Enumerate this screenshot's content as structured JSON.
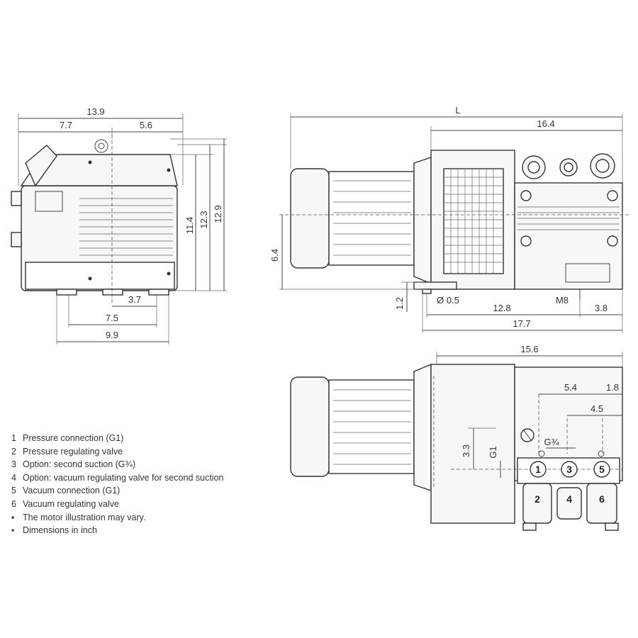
{
  "dimensions": {
    "side_overall_width": "13.9",
    "side_left_part": "7.7",
    "side_right_part": "5.6",
    "side_height_a": "11.4",
    "side_height_b": "12.3",
    "side_height_c": "12.9",
    "side_foot_offset": "3.7",
    "side_foot_span_inner": "7.5",
    "side_foot_span_outer": "9.9",
    "front_length": "L",
    "front_pump_length": "16.4",
    "front_axis_height": "6.4",
    "front_foot_height": "1.2",
    "front_hole_diameter": "Ø 0.5",
    "front_thread": "M8",
    "front_foot_to_end": "12.8",
    "front_foot_overall": "17.7",
    "front_thread_offset": "3.8",
    "top_pump_length": "15.6",
    "top_dist_a": "5.4",
    "top_dist_b": "1.8",
    "top_dist_c": "4.5",
    "top_height_port": "3.3",
    "top_port_g1": "G1",
    "top_port_g34": "G¾"
  },
  "callouts": [
    "1",
    "2",
    "3",
    "4",
    "5",
    "6"
  ],
  "legend": [
    {
      "key": "1",
      "text": "Pressure connection (G1)"
    },
    {
      "key": "2",
      "text": "Pressure regulating valve"
    },
    {
      "key": "3",
      "text": "Option: second suction (G¾)"
    },
    {
      "key": "4",
      "text": "Option: vacuum regulating valve for second suction"
    },
    {
      "key": "5",
      "text": "Vacuum connection (G1)"
    },
    {
      "key": "6",
      "text": "Vacuum regulating valve"
    },
    {
      "key": "▪",
      "text": "The motor illustration may vary."
    },
    {
      "key": "▪",
      "text": "Dimensions in inch"
    }
  ]
}
